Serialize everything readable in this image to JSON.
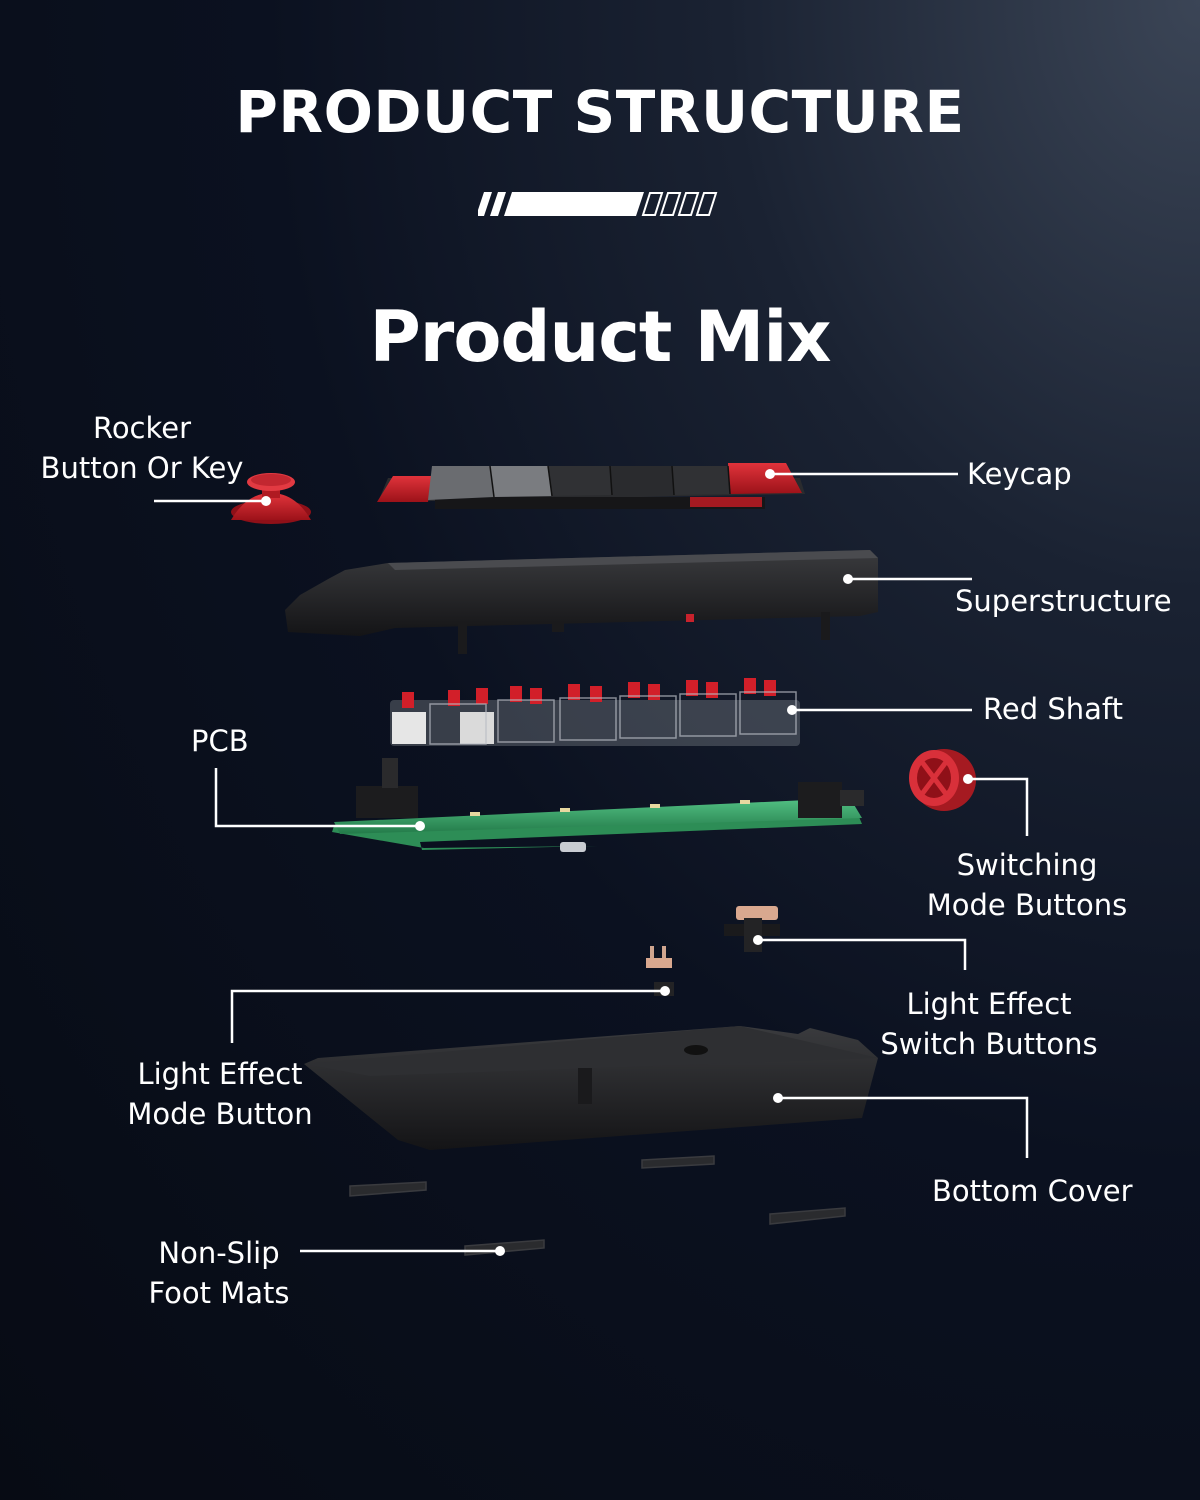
{
  "header": {
    "title": "PRODUCT STRUCTURE",
    "subtitle": "Product Mix"
  },
  "labels": {
    "rocker": [
      "Rocker",
      "Button Or Key"
    ],
    "keycap": "Keycap",
    "superstructure": "Superstructure",
    "red_shaft": "Red Shaft",
    "pcb": "PCB",
    "switching_mode": [
      "Switching",
      "Mode Buttons"
    ],
    "light_effect_switch": [
      "Light Effect",
      "Switch Buttons"
    ],
    "light_effect_mode": [
      "Light Effect",
      "Mode Button"
    ],
    "bottom_cover": "Bottom Cover",
    "foot_mats": [
      "Non-Slip",
      "Foot Mats"
    ]
  },
  "colors": {
    "background": "#0b1120",
    "accent_red": "#c8222c",
    "pcb_green": "#39a163",
    "shell_black": "#1d1d1f",
    "leader_line": "#ffffff"
  }
}
